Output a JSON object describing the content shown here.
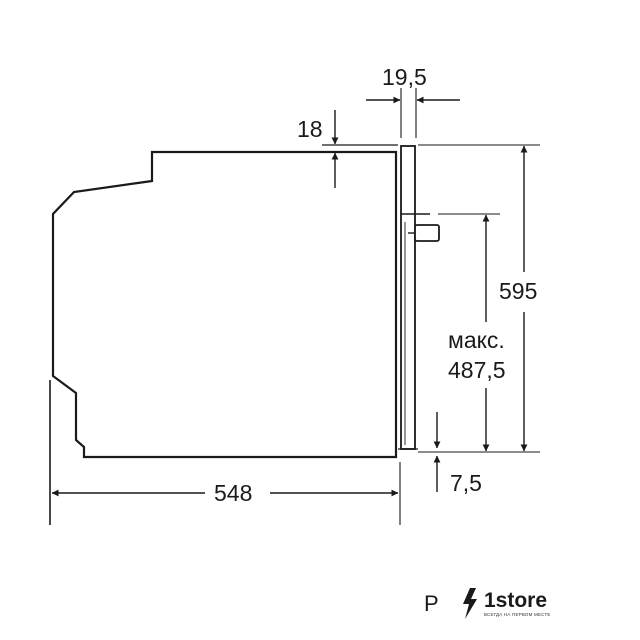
{
  "colors": {
    "line": "#1a1a1a",
    "background": "#ffffff"
  },
  "dimensions": {
    "top_gap": "18",
    "panel_thickness": "19,5",
    "height_total": "595",
    "max_label": "макс.",
    "max_value": "487,5",
    "bottom_gap": "7,5",
    "depth": "548"
  },
  "brand": {
    "prefix": "P",
    "name": "1store",
    "tagline": "ВСЕГДА НА ПЕРВОМ МЕСТЕ",
    "icon": "lightning-bolt-icon"
  }
}
